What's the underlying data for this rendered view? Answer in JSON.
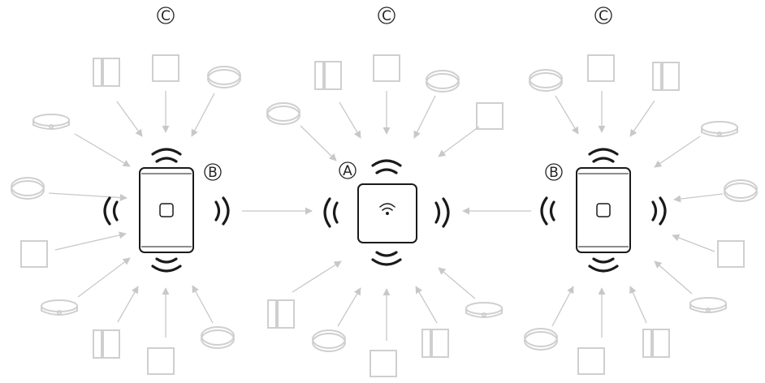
{
  "labels": {
    "hub": "A",
    "repeater_left": "B",
    "repeater_right": "B",
    "cluster_left": "C",
    "cluster_center": "C",
    "cluster_right": "C"
  },
  "colors": {
    "primary": "#1a1a1a",
    "device": "#cfcfcf",
    "arrow": "#c8c8c8",
    "background": "#ffffff"
  },
  "icons": {
    "hub": "wifi-icon",
    "repeater": "square-icon",
    "signal": "signal-wave-icon",
    "device_types": [
      "smoke-detector-icon",
      "water-sensor-icon",
      "door-contact-icon",
      "keypad-icon"
    ]
  }
}
